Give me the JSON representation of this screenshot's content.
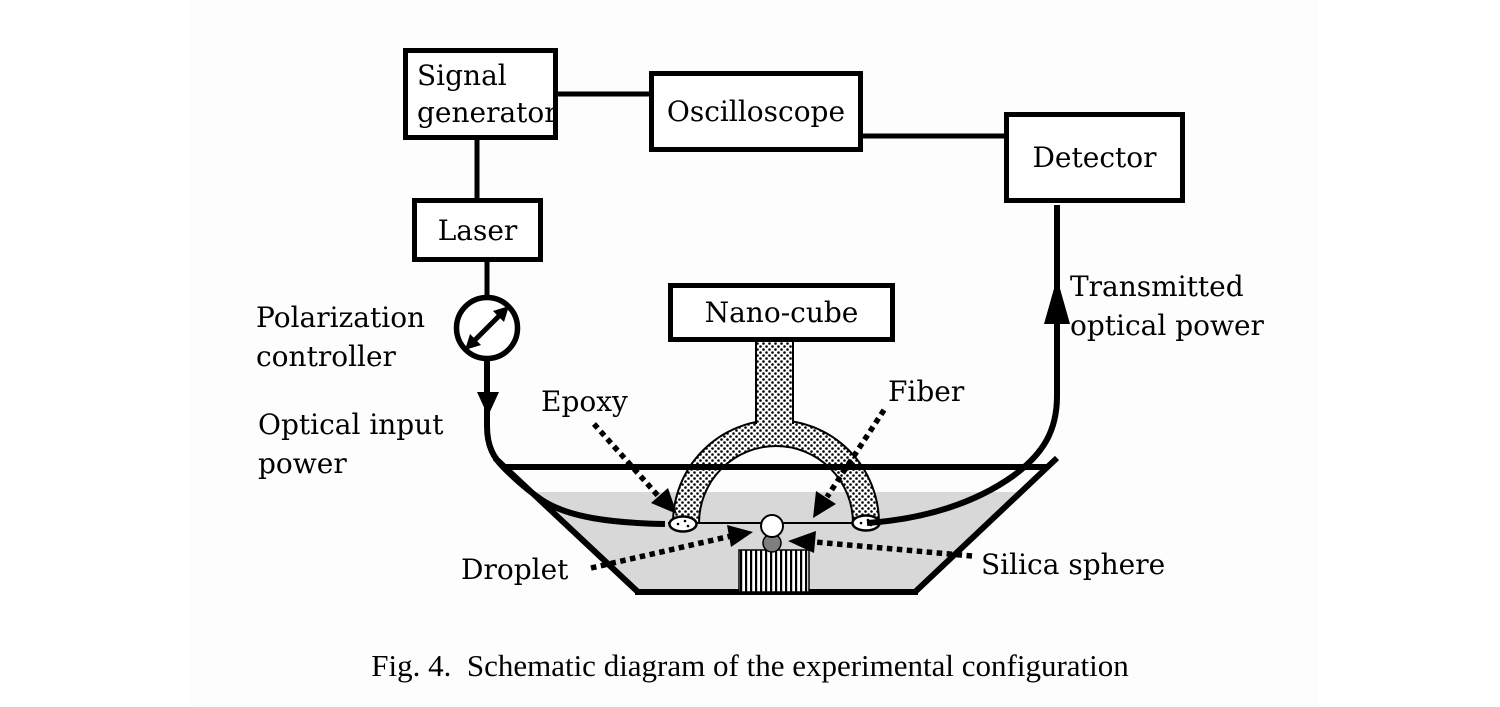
{
  "figure": {
    "caption": "Fig. 4.  Schematic diagram of the experimental configuration"
  },
  "boxes": {
    "signal_generator": {
      "line1": "Signal",
      "line2": "generator"
    },
    "oscilloscope": {
      "label": "Oscilloscope"
    },
    "detector": {
      "label": "Detector"
    },
    "laser": {
      "label": "Laser"
    },
    "nano_cube": {
      "label": "Nano-cube"
    }
  },
  "labels": {
    "polarization_controller": {
      "line1": "Polarization",
      "line2": "controller"
    },
    "optical_input_power": {
      "line1": "Optical input",
      "line2": "power"
    },
    "transmitted_optical_power": {
      "line1": "Transmitted",
      "line2": "optical power"
    },
    "epoxy": "Epoxy",
    "fiber": "Fiber",
    "droplet": "Droplet",
    "silica_sphere": "Silica sphere"
  },
  "icons": {
    "polarization_state_icon": "diagonal double-headed arrow in circle",
    "input_arrow_icon": "downward arrowhead on fiber",
    "output_arrow_icon": "upward arrowhead on fiber"
  },
  "colors": {
    "ink": "#000000",
    "water": "#d8d8d8",
    "silica_sphere_fill": "#7f7f7f",
    "scan_background": "#fdfdfd"
  }
}
